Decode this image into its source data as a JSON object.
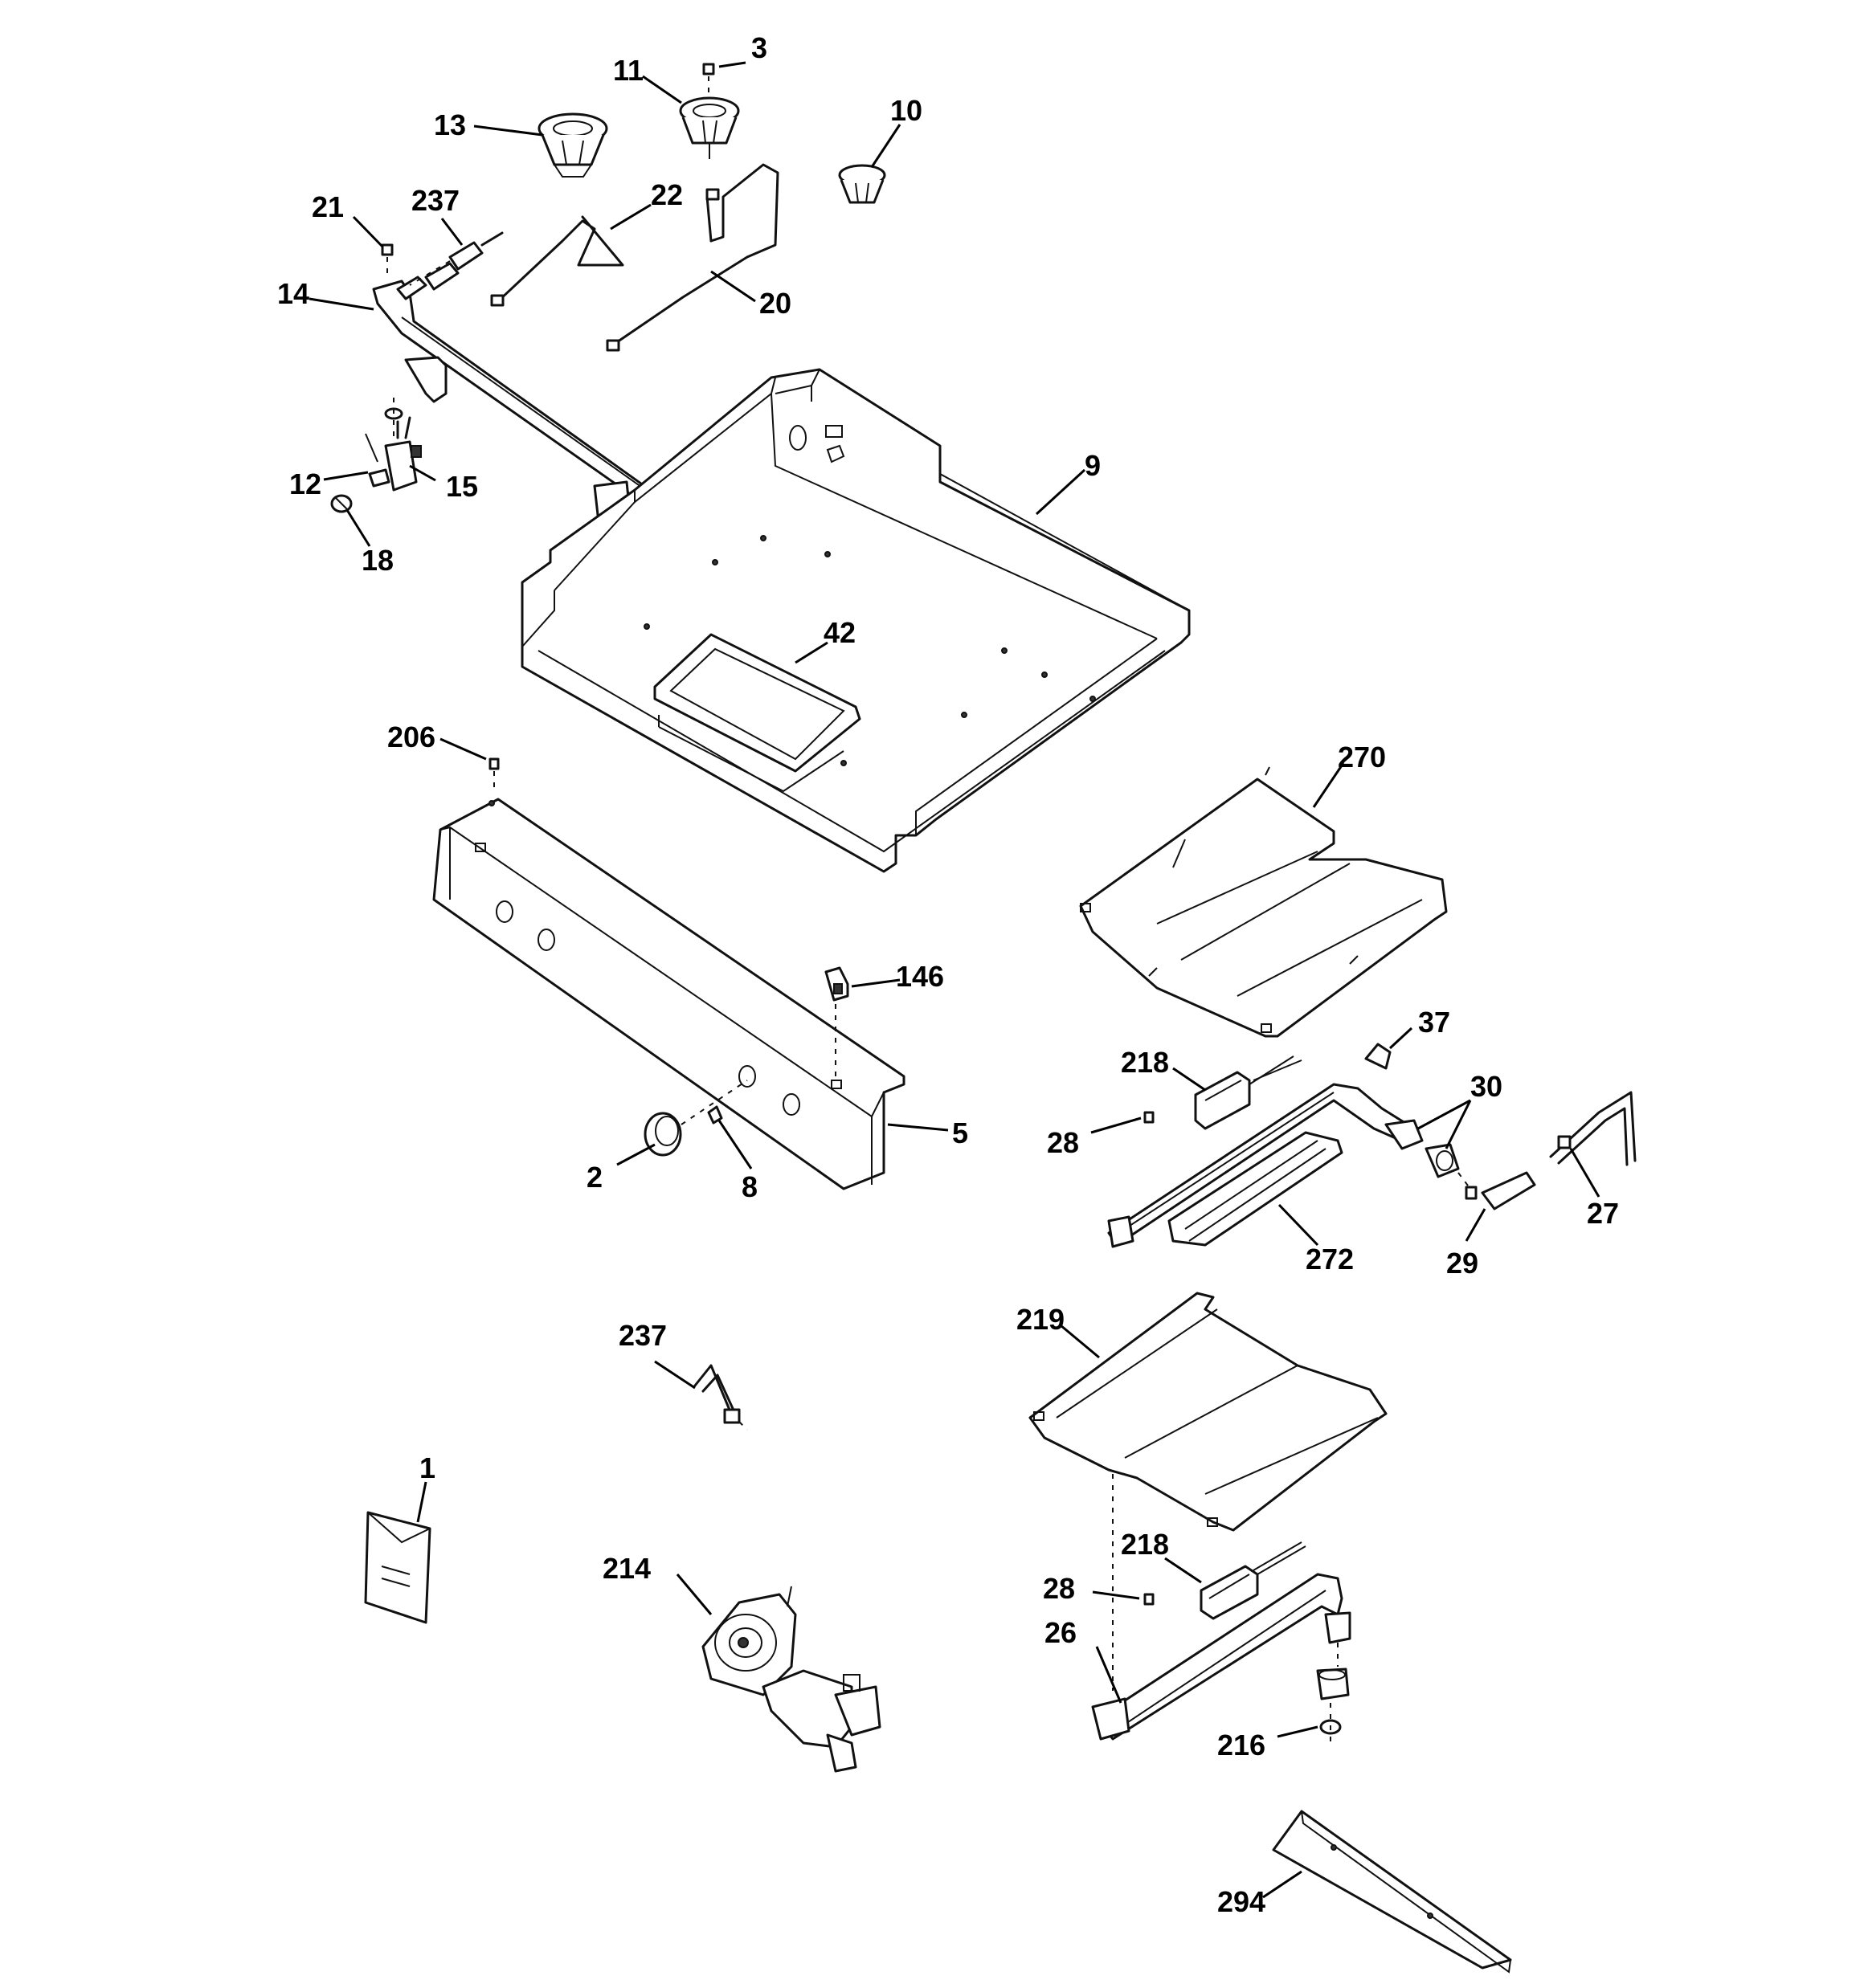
{
  "diagram": {
    "callouts": {
      "c3": "3",
      "c11": "11",
      "c13": "13",
      "c10": "10",
      "c21": "21",
      "c237a": "237",
      "c22": "22",
      "c14": "14",
      "c20": "20",
      "c12": "12",
      "c15": "15",
      "c18": "18",
      "c9": "9",
      "c42": "42",
      "c206": "206",
      "c270": "270",
      "c146": "146",
      "c37": "37",
      "c218a": "218",
      "c30": "30",
      "c28a": "28",
      "c5": "5",
      "c2": "2",
      "c8": "8",
      "c27": "27",
      "c272": "272",
      "c29": "29",
      "c219": "219",
      "c237b": "237",
      "c1": "1",
      "c218b": "218",
      "c214": "214",
      "c28b": "28",
      "c26": "26",
      "c216": "216",
      "c294": "294"
    }
  }
}
